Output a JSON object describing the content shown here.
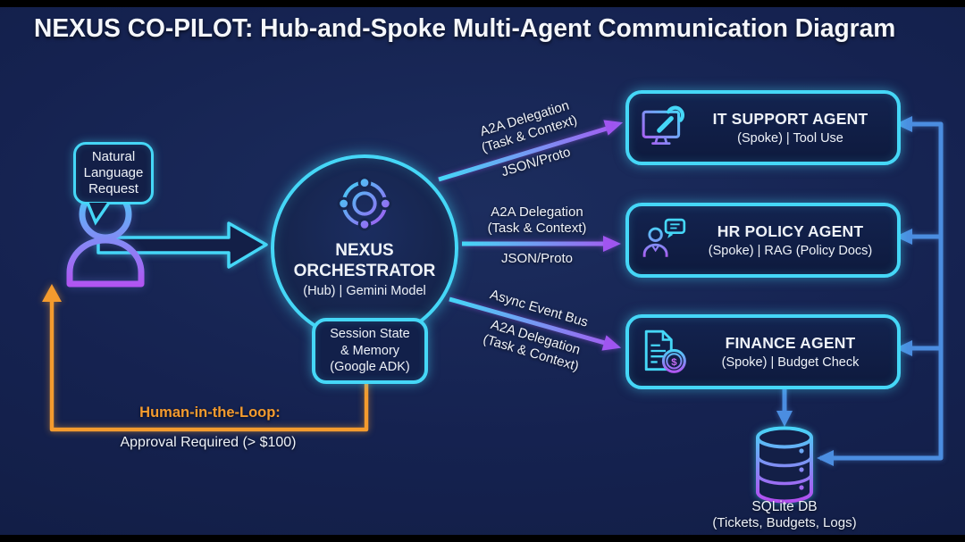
{
  "title": "NEXUS CO-PILOT: Hub-and-Spoke Multi-Agent Communication Diagram",
  "user": {
    "bubble": "Natural Language Request",
    "icon": "user-person-icon"
  },
  "hub": {
    "icon": "orchestrator-orbit-icon",
    "name_line1": "NEXUS",
    "name_line2": "ORCHESTRATOR",
    "subtitle": "(Hub) | Gemini Model",
    "memory_lines": [
      "Session State",
      "& Memory",
      "(Google ADK)"
    ]
  },
  "edges": {
    "it": {
      "l1": "A2A Delegation",
      "l2": "(Task & Context)",
      "l3": "JSON/Proto"
    },
    "hr": {
      "l1": "A2A Delegation",
      "l2": "(Task & Context)",
      "l3": "JSON/Proto"
    },
    "finance": {
      "l1": "Async Event Bus",
      "l2": "A2A Delegation",
      "l3": "(Task & Context)"
    }
  },
  "agents": [
    {
      "name": "IT SUPPORT AGENT",
      "subtitle": "(Spoke) | Tool Use",
      "icon": "monitor-wrench-icon"
    },
    {
      "name": "HR POLICY AGENT",
      "subtitle": "(Spoke) | RAG (Policy Docs)",
      "icon": "hr-person-chat-icon"
    },
    {
      "name": "FINANCE AGENT",
      "subtitle": "(Spoke) | Budget Check",
      "icon": "invoice-dollar-icon"
    }
  ],
  "database": {
    "name": "SQLite DB",
    "subtitle": "(Tickets, Budgets, Logs)",
    "icon": "database-cylinder-icon"
  },
  "icons": {
    "dollar_glyph": "$"
  },
  "hitl": {
    "label": "Human-in-the-Loop:",
    "detail": "Approval Required (> $100)"
  },
  "colors": {
    "cyan": "#45d7f7",
    "purple": "#a757f0",
    "blue": "#4b8de0",
    "orange": "#f49b2e",
    "background": "#131f47"
  }
}
